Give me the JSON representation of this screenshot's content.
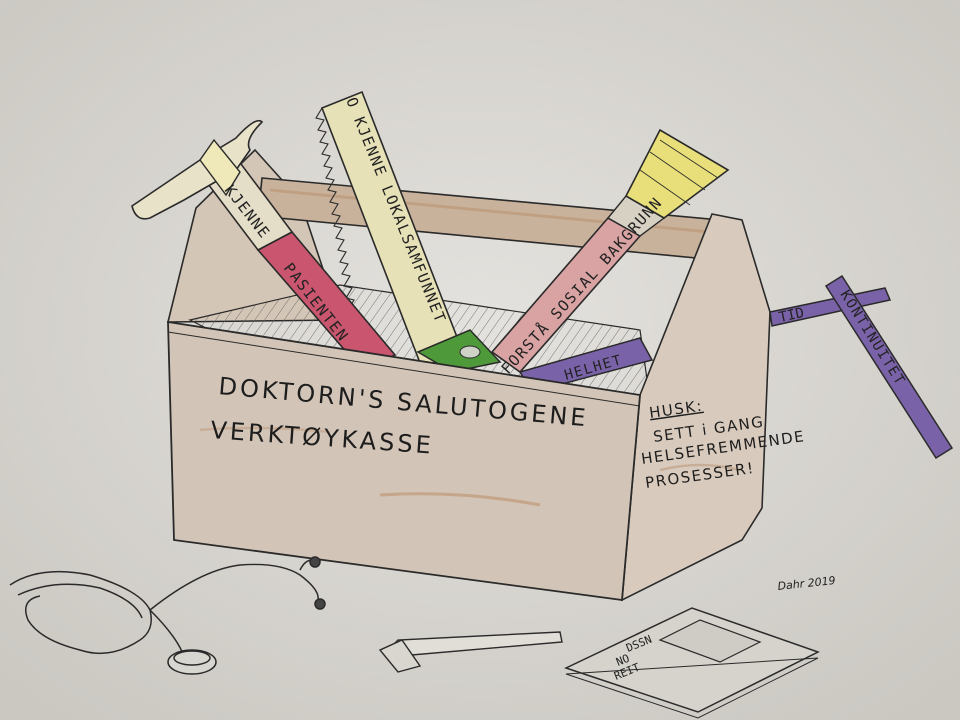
{
  "toolbox": {
    "title_line1": "DOKTORN'S SALUTOGENE",
    "title_line2": "VERKTØYKASSE"
  },
  "tools": {
    "hammer_label_1": "KJENNE",
    "hammer_label_2": "PASIENTEN",
    "saw_label": "O KJENNE LOKALSAMFUNNET",
    "brush_label": "FORSTÅ SOSIAL BAKGRUNN",
    "purple_tool_label": "HELHET",
    "cross_short_label": "TID",
    "cross_long_label": "KONTINUITET"
  },
  "note": {
    "heading": "HUSK:",
    "line1": "SETT i GANG",
    "line2": "HELSEFREMMENDE",
    "line3": "PROSESSER!"
  },
  "notebook": {
    "line1": "DSSN",
    "line2": "NO",
    "line3": "REIT"
  },
  "signature": "Dahr 2019",
  "colors": {
    "paper": "#d9d7d2",
    "wood": "#cfc4b8",
    "hammer_handle": "#c9566e",
    "saw_handle": "#4e9a3a",
    "brush_handle": "#d9a3a3",
    "brush_bristles": "#e8df7a",
    "purple": "#7a62a8"
  }
}
